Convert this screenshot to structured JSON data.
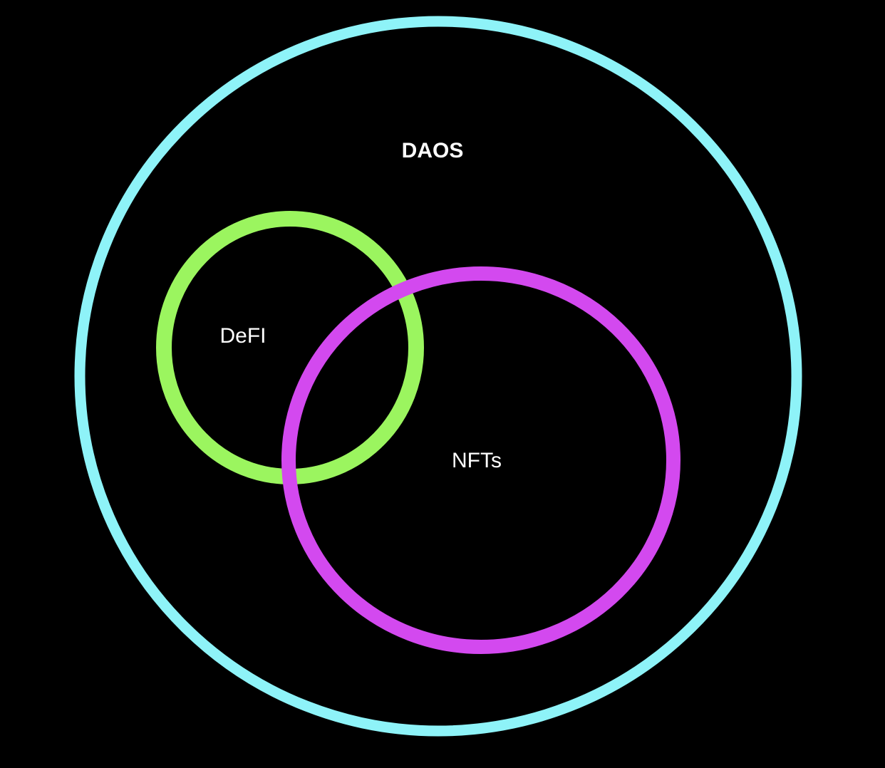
{
  "background_color": "#000000",
  "sets": [
    {
      "id": "daos",
      "label": "DAOS",
      "color": "#8ef3f8",
      "label_weight": "bold"
    },
    {
      "id": "defi",
      "label": "DeFI",
      "color": "#9bf55f",
      "label_weight": "regular"
    },
    {
      "id": "nfts",
      "label": "NFTs",
      "color": "#d349ef",
      "label_weight": "regular"
    }
  ],
  "relations": [
    {
      "type": "contains",
      "outer": "daos",
      "inner": "defi"
    },
    {
      "type": "contains",
      "outer": "daos",
      "inner": "nfts"
    },
    {
      "type": "overlaps",
      "a": "defi",
      "b": "nfts"
    }
  ]
}
